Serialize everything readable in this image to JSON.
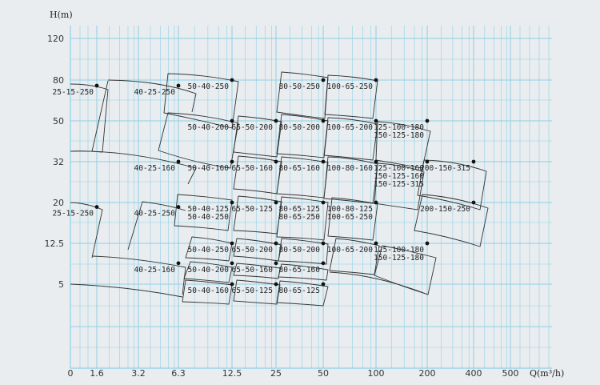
{
  "chart_data": {
    "type": "scatter",
    "title": "",
    "xlabel": "Q(m³/h)",
    "ylabel": "H(m)",
    "x_scale": "log",
    "y_scale": "log",
    "grid": true,
    "x_ticks": [
      "0",
      "1.6",
      "3.2",
      "6.3",
      "12.5",
      "25",
      "50",
      "100",
      "200",
      "400",
      "500"
    ],
    "y_ticks": [
      "5",
      "12.5",
      "20",
      "32",
      "50",
      "80",
      "120"
    ],
    "colors": {
      "background": "#e9edf0",
      "grid": "#8fd0e6",
      "outline": "#333333",
      "point": "#111111"
    },
    "series": [
      {
        "name": "",
        "points": [
          {
            "label": "25-15-250",
            "x": 1.6,
            "y": 75
          },
          {
            "label": "25-15-250",
            "x": 1.6,
            "y": 19
          },
          {
            "label": "40-25-250",
            "x": 6.3,
            "y": 75
          },
          {
            "label": "40-25-160",
            "x": 6.3,
            "y": 32
          },
          {
            "label": "40-25-250",
            "x": 6.3,
            "y": 19
          },
          {
            "label": "40-25-160",
            "x": 6.3,
            "y": 8
          },
          {
            "label": "50-40-250",
            "x": 12.5,
            "y": 80
          },
          {
            "label": "50-40-200",
            "x": 12.5,
            "y": 50
          },
          {
            "label": "50-40-160",
            "x": 12.5,
            "y": 32
          },
          {
            "label": "50-40-125",
            "x": 12.5,
            "y": 20
          },
          {
            "label": "50-40-250",
            "x": 12.5,
            "y": 20
          },
          {
            "label": "50-40-250",
            "x": 12.5,
            "y": 12.5
          },
          {
            "label": "50-40-200",
            "x": 12.5,
            "y": 8
          },
          {
            "label": "50-40-160",
            "x": 12.5,
            "y": 5
          },
          {
            "label": "65-50-200",
            "x": 25,
            "y": 50
          },
          {
            "label": "65-50-160",
            "x": 25,
            "y": 32
          },
          {
            "label": "65-50-125",
            "x": 25,
            "y": 20
          },
          {
            "label": "65-50-200",
            "x": 25,
            "y": 12.5
          },
          {
            "label": "65-50-160",
            "x": 25,
            "y": 8
          },
          {
            "label": "65-50-125",
            "x": 25,
            "y": 5
          },
          {
            "label": "80-50-250",
            "x": 50,
            "y": 80
          },
          {
            "label": "80-50-200",
            "x": 50,
            "y": 50
          },
          {
            "label": "80-65-160",
            "x": 50,
            "y": 32
          },
          {
            "label": "80-65-125",
            "x": 50,
            "y": 20
          },
          {
            "label": "80-65-250",
            "x": 50,
            "y": 20
          },
          {
            "label": "80-50-200",
            "x": 50,
            "y": 12.5
          },
          {
            "label": "80-65-160",
            "x": 50,
            "y": 8
          },
          {
            "label": "80-65-125",
            "x": 50,
            "y": 5
          },
          {
            "label": "100-65-250",
            "x": 100,
            "y": 80
          },
          {
            "label": "100-65-200",
            "x": 100,
            "y": 50
          },
          {
            "label": "100-80-160",
            "x": 100,
            "y": 32
          },
          {
            "label": "100-80-125",
            "x": 100,
            "y": 20
          },
          {
            "label": "100-65-250",
            "x": 100,
            "y": 20
          },
          {
            "label": "100-65-200",
            "x": 100,
            "y": 12.5
          },
          {
            "label": "125-100-180",
            "x": 200,
            "y": 50
          },
          {
            "label": "150-125-180",
            "x": 200,
            "y": 50
          },
          {
            "label": "125-100-160",
            "x": 200,
            "y": 32
          },
          {
            "label": "150-125-160",
            "x": 200,
            "y": 32
          },
          {
            "label": "150-125-315",
            "x": 200,
            "y": 32
          },
          {
            "label": "125-100-180",
            "x": 200,
            "y": 12.5
          },
          {
            "label": "150-125-180",
            "x": 200,
            "y": 12.5
          },
          {
            "label": "200-150-315",
            "x": 400,
            "y": 32
          },
          {
            "label": "200-150-250",
            "x": 400,
            "y": 20
          }
        ]
      }
    ]
  }
}
